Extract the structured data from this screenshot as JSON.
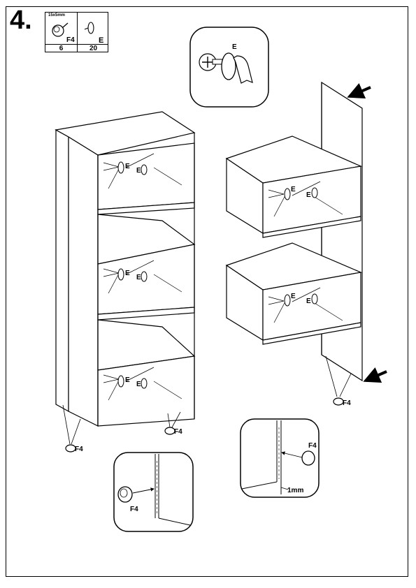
{
  "step_number": "4.",
  "parts": [
    {
      "code": "F4",
      "size": "15x5mm",
      "count": "6",
      "icon": "furniture-glide-icon"
    },
    {
      "code": "E",
      "count": "20",
      "icon": "dowel-connector-icon"
    }
  ],
  "callout_labels": {
    "connector": "E",
    "glide": "F4",
    "gap": "1mm"
  }
}
